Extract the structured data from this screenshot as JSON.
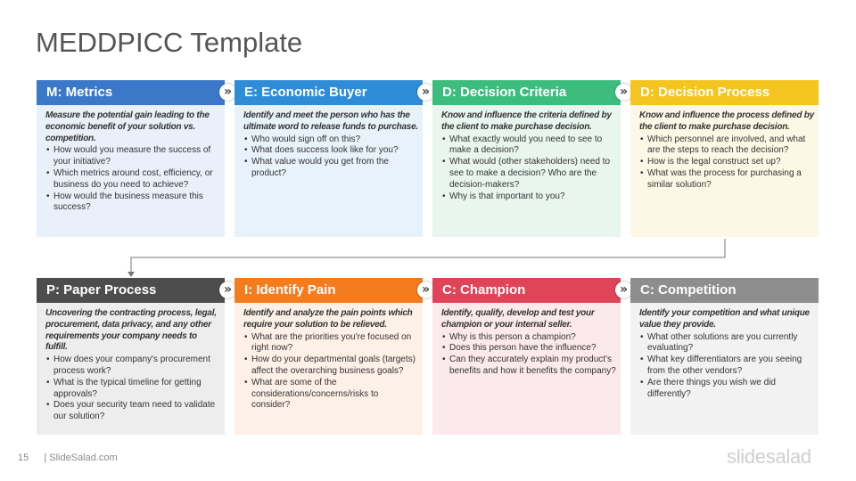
{
  "title": "MEDDPICC Template",
  "cards": [
    {
      "header": "M: Metrics",
      "color": "#3b78c9",
      "bg": "#e9f0f9",
      "intro": "Measure the potential gain leading to the economic benefit of your solution vs. competition.",
      "bullets": [
        "How would you measure the success of your initiative?",
        "Which metrics around cost, efficiency, or business do you need to achieve?",
        "How would the business measure this success?"
      ]
    },
    {
      "header": "E: Economic Buyer",
      "color": "#2f8dd8",
      "bg": "#e7f2fb",
      "intro": "Identify and meet the person who has the ultimate word to release funds to purchase.",
      "bullets": [
        "Who would sign off on this?",
        "What does success look like for you?",
        "What value would you get from the product?"
      ]
    },
    {
      "header": "D: Decision Criteria",
      "color": "#3dbd7d",
      "bg": "#e9f6ef",
      "intro": "Know and influence the criteria defined by the client to  make purchase decision.",
      "bullets": [
        "What exactly would you need to see to make a decision?",
        "What would (other stakeholders) need to see to make a decision? Who are the decision-makers?",
        "Why is that important to you?"
      ]
    },
    {
      "header": "D: Decision Process",
      "color": "#f4c51f",
      "bg": "#fdf8e6",
      "intro": "Know and influence the process defined by the client to make purchase decision.",
      "bullets": [
        "Which personnel are involved, and what are the steps to reach the decision?",
        "How is the legal construct set up?",
        "What was the process for purchasing a similar solution?"
      ]
    },
    {
      "header": "P: Paper Process",
      "color": "#4d4d4d",
      "bg": "#ededed",
      "intro": "Uncovering the contracting process, legal, procurement, data privacy, and any other requirements your company needs to fulfill.",
      "bullets": [
        "How does your company's procurement process work?",
        "What is the typical timeline for getting approvals?",
        "Does your security team need to validate our solution?"
      ]
    },
    {
      "header": "I: Identify Pain",
      "color": "#f47c1f",
      "bg": "#fdf0e6",
      "intro": "Identify and analyze the pain points which require your solution to be relieved.",
      "bullets": [
        "What are the priorities you're focused on right now?",
        "How do your departmental goals (targets) affect the overarching business goals?",
        "What are some of the considerations/concerns/risks to consider?"
      ]
    },
    {
      "header": "C: Champion",
      "color": "#e04458",
      "bg": "#fbe9eb",
      "intro": "Identify, qualify, develop and test your champion or your internal seller.",
      "bullets": [
        "Why is this person a champion?",
        "Does this person have the influence?",
        "Can they accurately explain my product's benefits and how it benefits the company?"
      ]
    },
    {
      "header": "C: Competition",
      "color": "#8e8e8e",
      "bg": "#f2f2f2",
      "intro": "Identify your competition and what unique value they provide.",
      "bullets": [
        "What other solutions are you currently evaluating?",
        "What key differentiators are you seeing from the other vendors?",
        "Are there things you wish we did differently?"
      ]
    }
  ],
  "chevron_glyph": "»",
  "footer": {
    "page": "15",
    "site": "| SlideSalad.com"
  },
  "logo": "slidesalad"
}
